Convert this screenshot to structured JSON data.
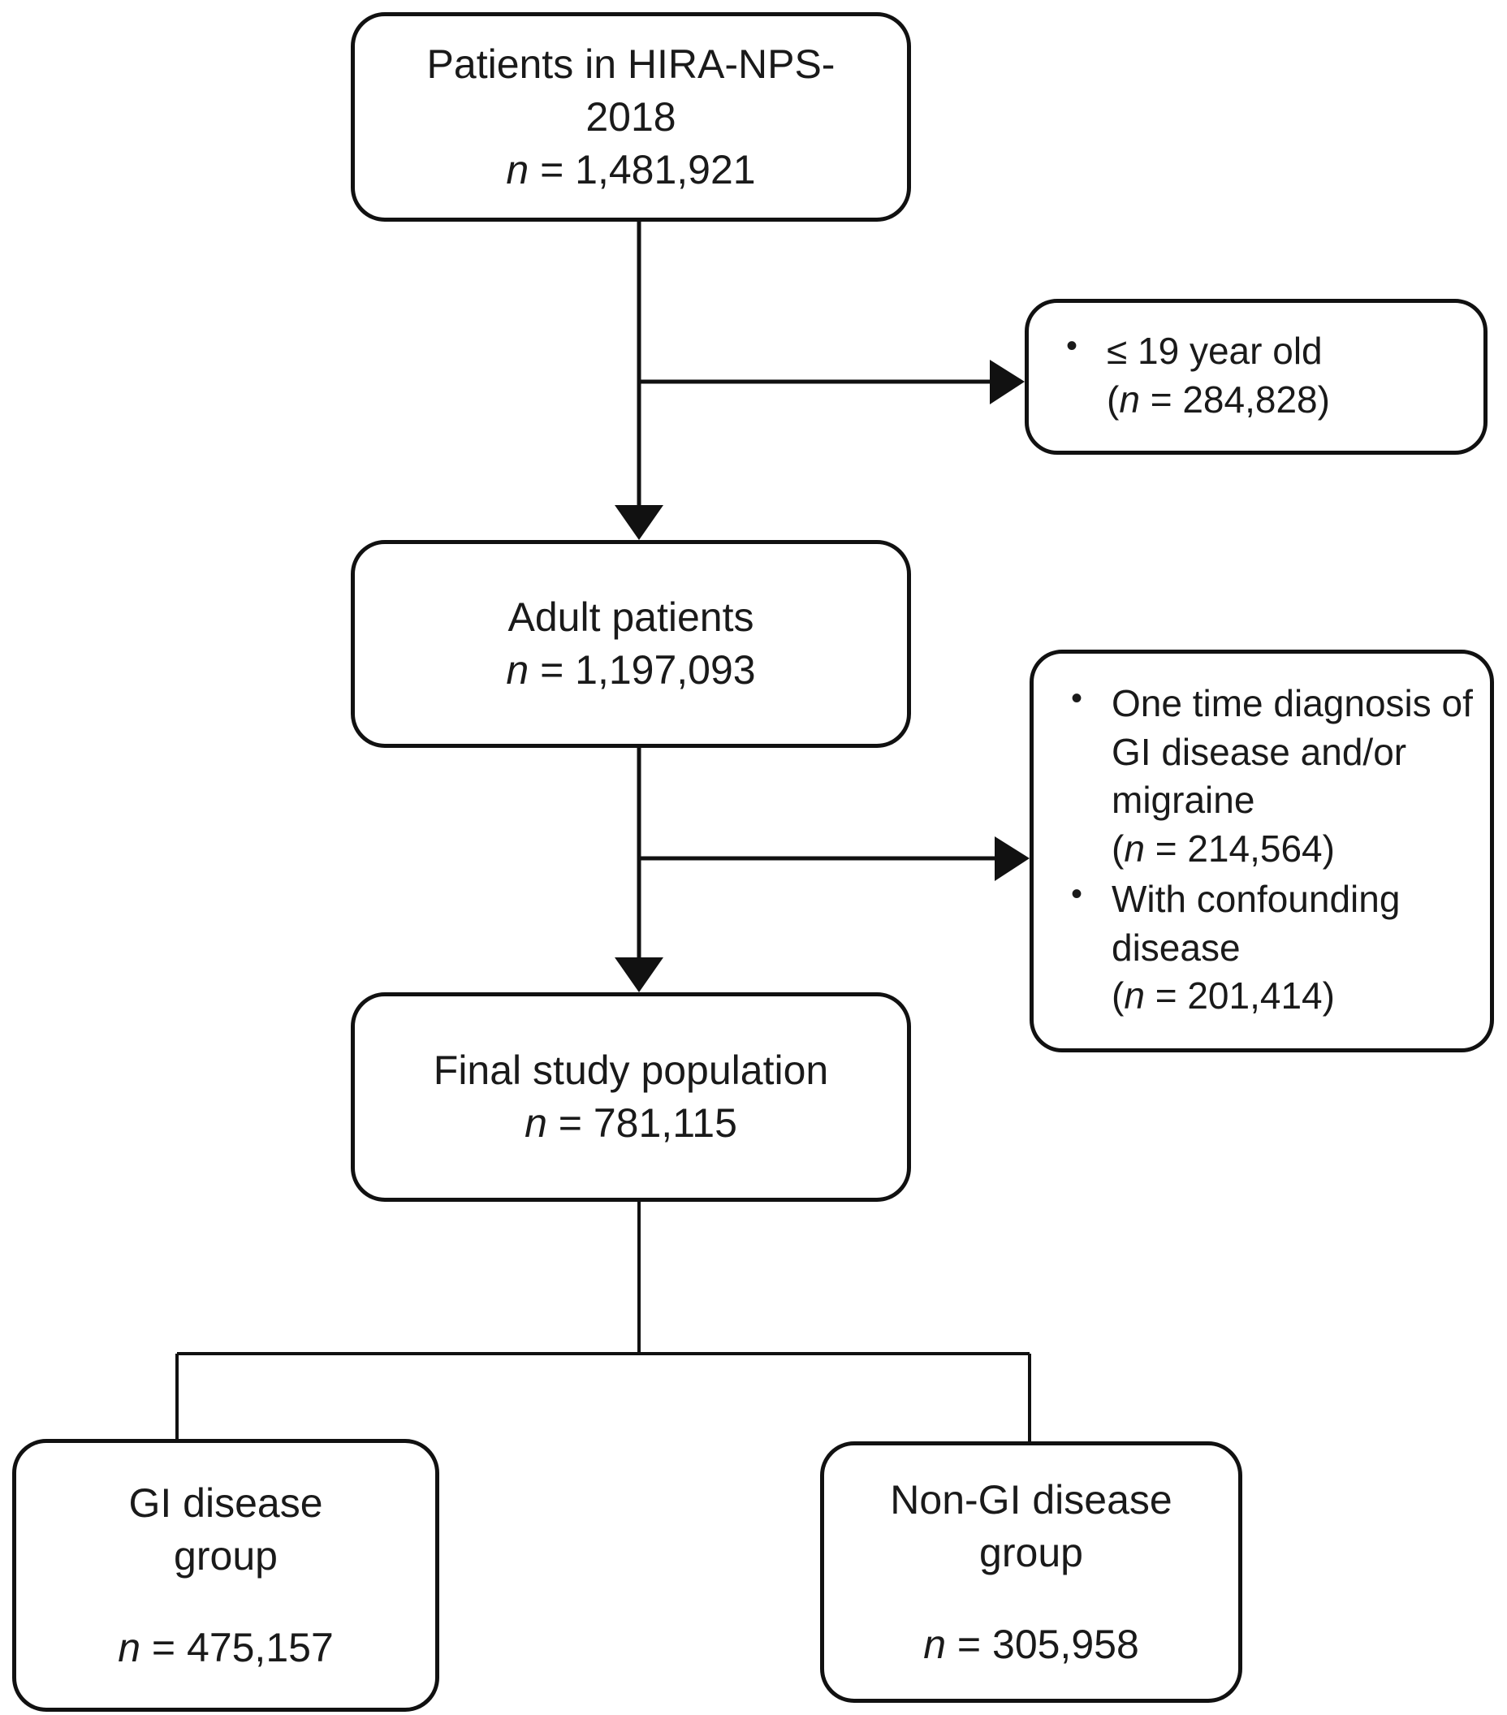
{
  "diagram": {
    "title": "Study population selection flowchart",
    "type": "flowchart",
    "line_color": "#111111",
    "box_fill": "#ffffff",
    "text_color": "#1a1a1a"
  },
  "nodes": {
    "source": {
      "label_line1": "Patients in HIRA-NPS-",
      "label_line2": "2018",
      "count_prefix": "n",
      "count_text": " = 1,481,921",
      "count_value": 1481921
    },
    "adults": {
      "label_line1": "Adult patients",
      "count_prefix": "n",
      "count_text": " = 1,197,093",
      "count_value": 1197093
    },
    "final": {
      "label_line1": "Final study population",
      "count_prefix": "n",
      "count_text": " = 781,115",
      "count_value": 781115
    },
    "gi_group": {
      "label_line1": "GI disease",
      "label_line2": "group",
      "count_prefix": "n",
      "count_text": " = 475,157",
      "count_value": 475157
    },
    "nongi_group": {
      "label_line1": "Non-GI disease",
      "label_line2": "group",
      "count_prefix": "n",
      "count_text": " = 305,958",
      "count_value": 305958
    }
  },
  "exclusions": {
    "age": {
      "bullets": [
        {
          "text": "≤ 19 year old",
          "count_prefix": "n",
          "count_text": "(",
          "count_suffix": " = 284,828)",
          "count_value": 284828
        }
      ]
    },
    "other": {
      "bullets": [
        {
          "text": "One time diagnosis of GI disease and/or migraine",
          "count_prefix": "n",
          "count_text": "(",
          "count_suffix": " = 214,564)",
          "count_value": 214564
        },
        {
          "text": "With confounding disease",
          "count_prefix": "n",
          "count_text": "(",
          "count_suffix": " = 201,414)",
          "count_value": 201414
        }
      ]
    }
  },
  "connectors": [
    {
      "name": "source-to-adults",
      "kind": "arrow-down"
    },
    {
      "name": "source-to-exclusion-age",
      "kind": "arrow-right"
    },
    {
      "name": "adults-to-final",
      "kind": "arrow-down"
    },
    {
      "name": "adults-to-exclusion-other",
      "kind": "arrow-right"
    },
    {
      "name": "final-to-split",
      "kind": "fork-down"
    }
  ]
}
